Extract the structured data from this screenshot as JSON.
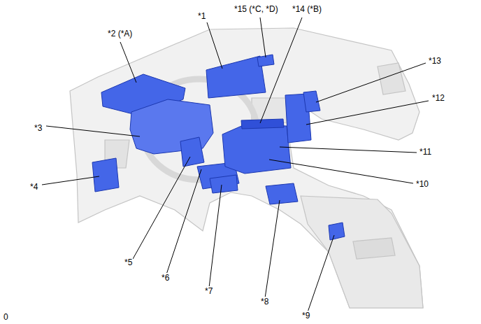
{
  "diagram": {
    "labels": [
      "*15 (*C, *D)",
      "*14 (*B)",
      "*1",
      "*2 (*A)",
      "*13",
      "*12",
      "*3",
      "*11",
      "*10",
      "*4",
      "*5",
      "*6",
      "*7",
      "*8",
      "*9",
      "0"
    ]
  }
}
